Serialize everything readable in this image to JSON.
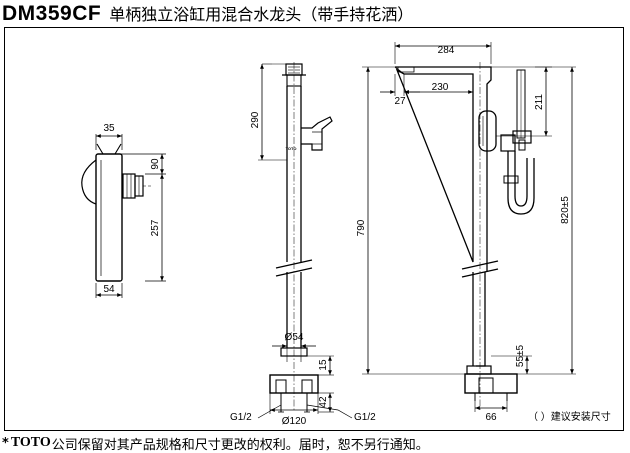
{
  "header": {
    "model": "DM359CF",
    "product_name": "单柄独立浴缸用混合水龙头（带手持花洒）"
  },
  "dimensions": {
    "d35": "35",
    "d90": "90",
    "d257": "257",
    "d54": "54",
    "d290": "290",
    "dia54": "Ø54",
    "d15": "15",
    "d42": "42",
    "dia120": "Ø120",
    "thread_left": "G1/2",
    "thread_right": "G1/2",
    "d284": "284",
    "d27": "27",
    "d230": "230",
    "d211": "211",
    "d790": "790",
    "d820": "820±5",
    "d55": "55±5",
    "d66": "66"
  },
  "labels": {
    "engraving": "TOTO",
    "install_note": "（ ）建议安装尺寸"
  },
  "footer": {
    "star": "*",
    "brand": "TOTO",
    "text": "公司保留对其产品规格和尺寸更改的权利。届时，恕不另行通知。"
  }
}
